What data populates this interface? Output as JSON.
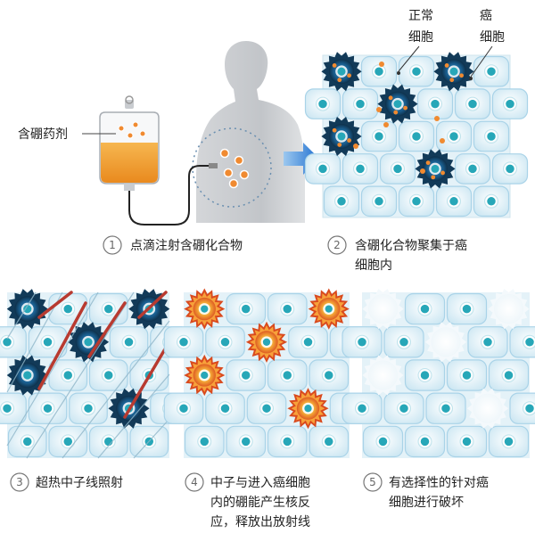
{
  "labels": {
    "drug": "含硼药剂",
    "normal_cell": [
      "正常",
      "细胞"
    ],
    "cancer_cell": [
      "癌",
      "细胞"
    ]
  },
  "steps": [
    {
      "num": "1",
      "lines": [
        "点滴注射含硼化合物"
      ]
    },
    {
      "num": "2",
      "lines": [
        "含硼化合物聚集于癌",
        "细胞内"
      ]
    },
    {
      "num": "3",
      "lines": [
        "超热中子线照射"
      ]
    },
    {
      "num": "4",
      "lines": [
        "中子与进入癌细胞",
        "内的硼能产生核反",
        "应，释放出放射线"
      ]
    },
    {
      "num": "5",
      "lines": [
        "有选择性的针对癌",
        "细胞进行破坏"
      ]
    }
  ],
  "colors": {
    "tissue_bg": "#e4f2f8",
    "cell_fill": "#ffffff",
    "cell_edge": "#a9d3e8",
    "nucleus": "#27a7b8",
    "cancer_dark": "#123a58",
    "cancer_core": "#1f74a8",
    "boron_dot": "#f08a30",
    "reaction_fire": "#e96a28",
    "beam": "#b83a30",
    "arrow": "#1f7ad0",
    "drip_liquid": "#f0a23a"
  }
}
